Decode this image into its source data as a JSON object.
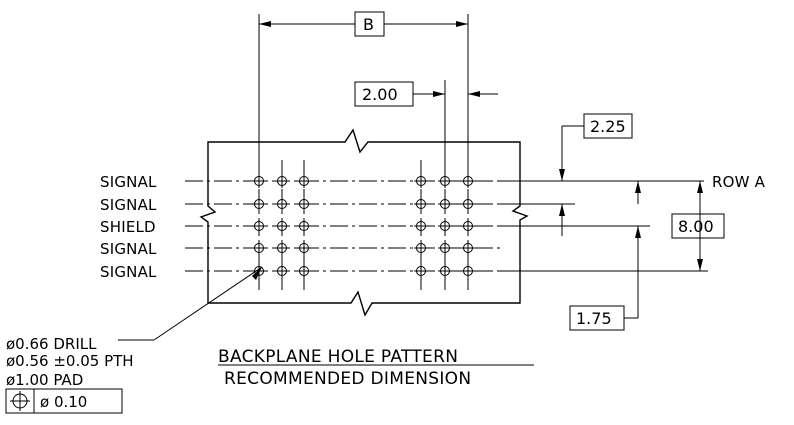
{
  "title": {
    "line1": "BACKPLANE HOLE PATTERN",
    "line2": "RECOMMENDED DIMENSION"
  },
  "rows": [
    {
      "label": "SIGNAL"
    },
    {
      "label": "SIGNAL"
    },
    {
      "label": "SHIELD"
    },
    {
      "label": "SIGNAL"
    },
    {
      "label": "SIGNAL"
    }
  ],
  "row_a_label": "ROW A",
  "dimensions": {
    "b": "B",
    "pitch": "2.00",
    "offset": "2.25",
    "row_span": "8.00",
    "edge": "1.75"
  },
  "hole_notes": {
    "drill": "ø0.66 DRILL",
    "pth": "ø0.56 ±0.05 PTH",
    "pad": "ø1.00 PAD",
    "tolerance_value": "ø 0.10"
  },
  "icons": [
    "position-tolerance-icon",
    "diameter-icon"
  ]
}
